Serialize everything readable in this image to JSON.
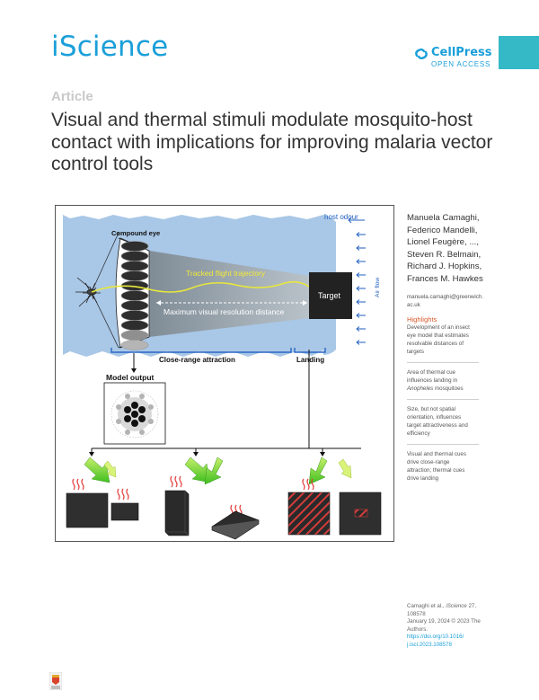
{
  "header": {
    "journal": "iScience",
    "publisher": "CellPress",
    "access": "OPEN ACCESS",
    "colors": {
      "brand_blue": "#1a9fd9",
      "tab_teal": "#35b9c7",
      "highlight_orange": "#d95a2b"
    }
  },
  "article": {
    "type": "Article",
    "title": "Visual and thermal stimuli modulate mosquito-host contact with implications for improving malaria vector control tools"
  },
  "figure": {
    "host_odour": "host odour",
    "compound_eye": "Compound eye",
    "tracked": "Tracked flight trajectory",
    "target": "Target",
    "resolution": "Maximum visual resolution distance",
    "air_flow": "Air flow",
    "close_range": "Close-range attraction",
    "landing": "Landing",
    "model_output": "Model output"
  },
  "sidebar": {
    "authors": [
      "Manuela Camaghi,",
      "Federico Mandelli,",
      "Lionel Feugère, ...,",
      "Steven R. Belmain,",
      "Richard J. Hopkins,",
      "Frances M. Hawkes"
    ],
    "email": [
      "manuela.camaghi@greenwich.",
      "ac.uk"
    ],
    "highlights_title": "Highlights",
    "highlight1": [
      "Development of an insect",
      "eye model that estimates",
      "resolvable distances of",
      "targets"
    ],
    "highlight2_a": "Area of thermal cue",
    "highlight2_b": "influences landing in",
    "highlight2_c_italic": "Anopheles",
    "highlight2_c_rest": " mosquitoes",
    "highlight3": [
      "Size, but not spatial",
      "orientation, influences",
      "target attractiveness and",
      "efficiency"
    ],
    "highlight4": [
      "Visual and thermal cues",
      "drive close-range",
      "attraction; thermal cues",
      "drive landing"
    ]
  },
  "citation": {
    "line1_a": "Camaghi et al., ",
    "line1_journal": "iScience",
    "line1_b": " 27,",
    "line2": "108578",
    "line3": "January 19, 2024 © 2023 The",
    "line4": "Authors.",
    "doi1": "https://doi.org/10.1016/",
    "doi2": "j.isci.2023.108578"
  }
}
